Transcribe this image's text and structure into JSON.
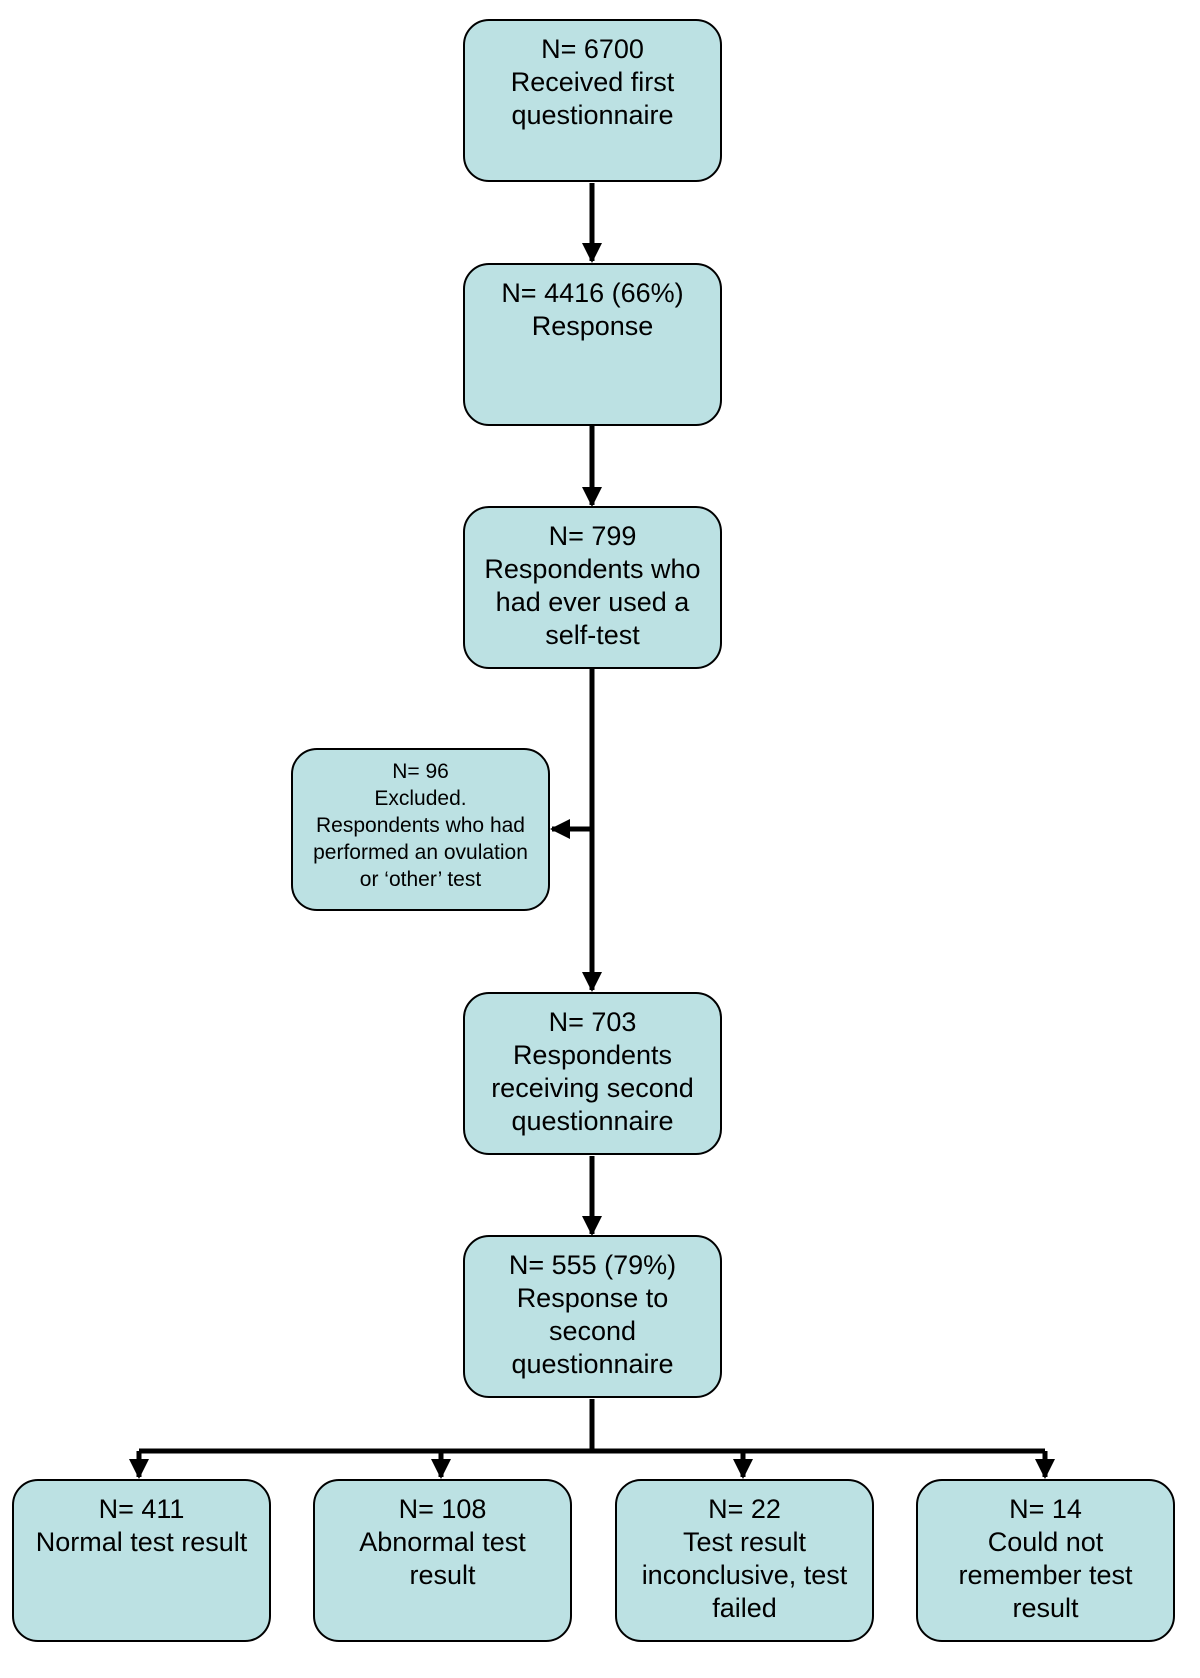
{
  "nodes": {
    "received": [
      "N= 6700",
      "Received first",
      "questionnaire"
    ],
    "response": [
      "N= 4416 (66%)",
      "Response"
    ],
    "selftest": [
      "N= 799",
      "Respondents who",
      "had ever used a",
      "self-test"
    ],
    "excluded": [
      "N= 96",
      "Excluded.",
      "Respondents who had",
      "performed an ovulation",
      "or ‘other’ test"
    ],
    "second": [
      "N= 703",
      "Respondents",
      "receiving second",
      "questionnaire"
    ],
    "response2": [
      "N= 555 (79%)",
      "Response to",
      "second",
      "questionnaire"
    ],
    "normal": [
      "N= 411",
      "Normal test result"
    ],
    "abnormal": [
      "N= 108",
      "Abnormal test",
      "result"
    ],
    "inconclusive": [
      "N= 22",
      "Test result",
      "inconclusive, test",
      "failed"
    ],
    "forgot": [
      "N= 14",
      "Could not",
      "remember test",
      "result"
    ]
  },
  "colors": {
    "box_fill": "#bce1e3",
    "stroke": "#000000"
  }
}
